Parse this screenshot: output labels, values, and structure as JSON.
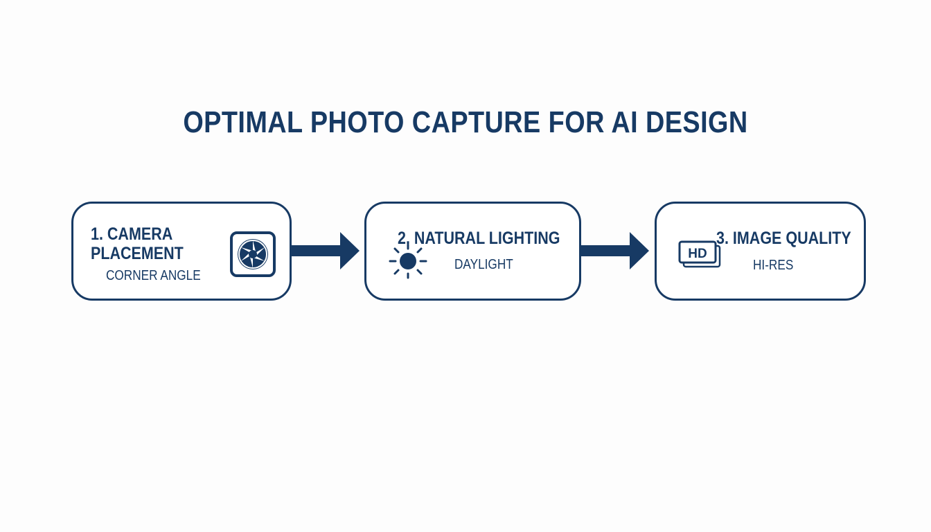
{
  "title": "OPTIMAL PHOTO CAPTURE FOR AI DESIGN",
  "colors": {
    "ink": "#173a64",
    "background": "#fdfdfd"
  },
  "steps": [
    {
      "label": "1. CAMERA PLACEMENT",
      "sub": "CORNER ANGLE",
      "icon": "camera-aperture-icon"
    },
    {
      "label": "2. NATURAL LIGHTING",
      "sub": "DAYLIGHT",
      "icon": "sun-icon"
    },
    {
      "label": "3. IMAGE QUALITY",
      "sub": "HI-RES",
      "icon": "hd-icon",
      "icon_text": "HD"
    }
  ]
}
